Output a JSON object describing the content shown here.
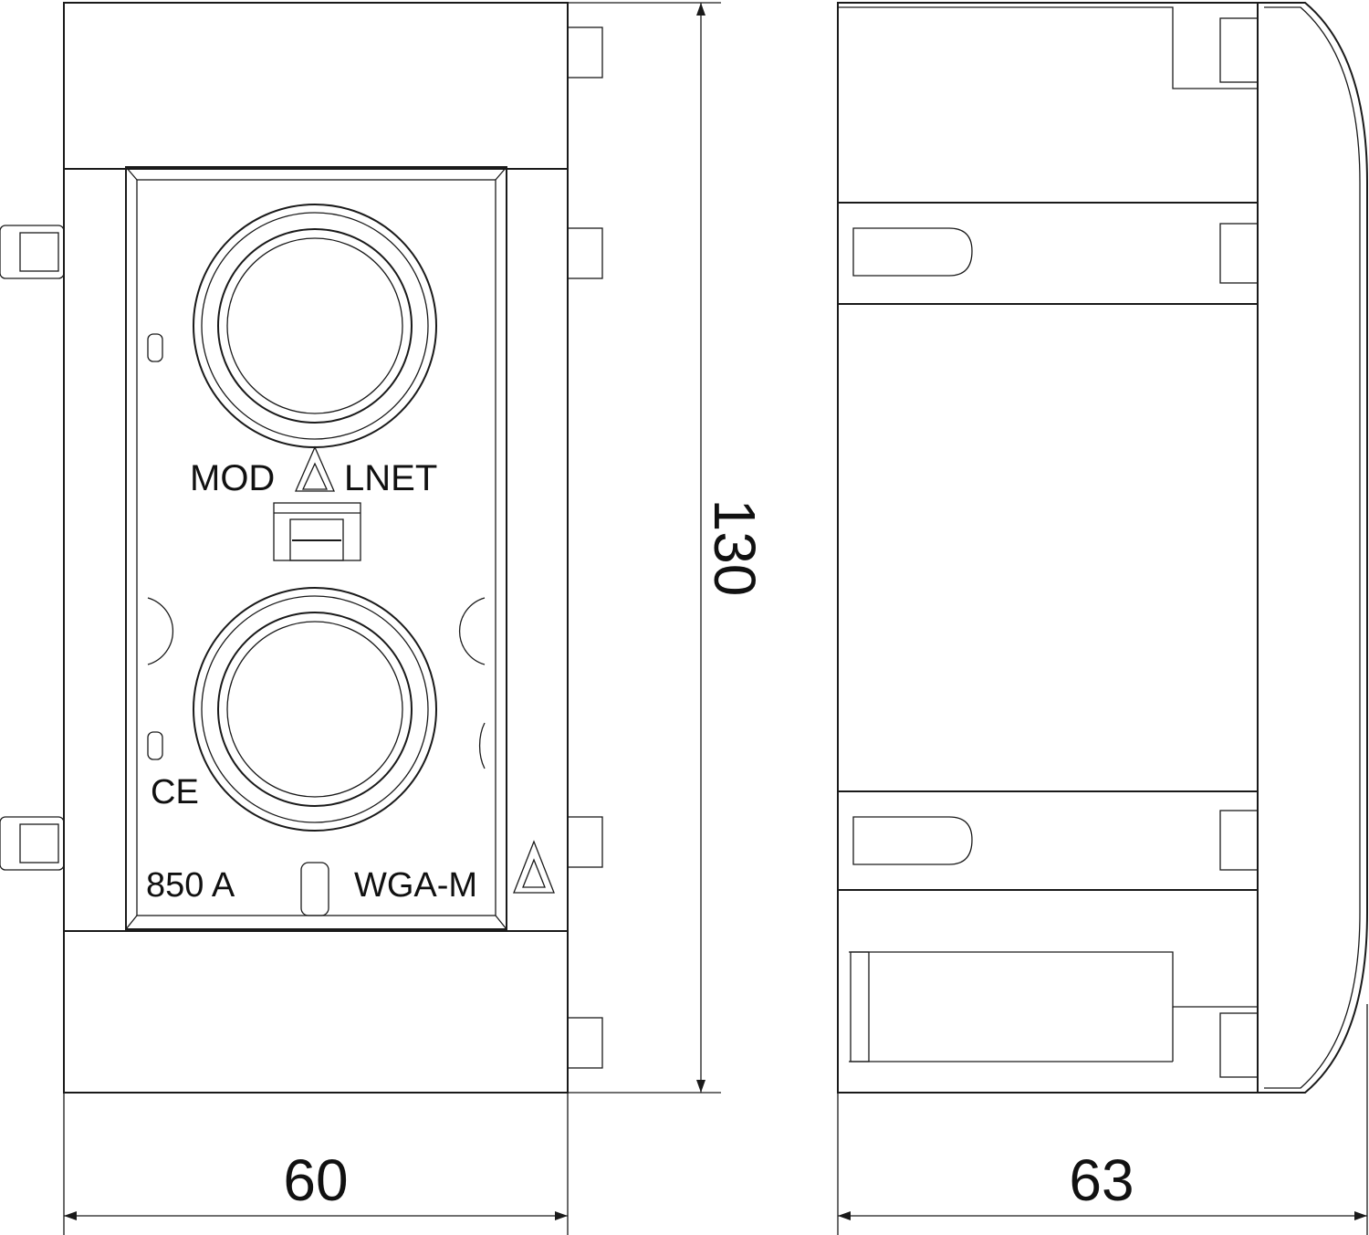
{
  "drawing": {
    "front_view": {
      "brand_left": "MOD",
      "brand_right": "LNET",
      "marking_left": "850 A",
      "marking_right": "WGA-M",
      "certification": "CE"
    },
    "dimensions": {
      "front_width": "60",
      "side_depth": "63",
      "height": "130"
    },
    "colors": {
      "line": "#1a1a1a",
      "background": "#ffffff"
    }
  }
}
